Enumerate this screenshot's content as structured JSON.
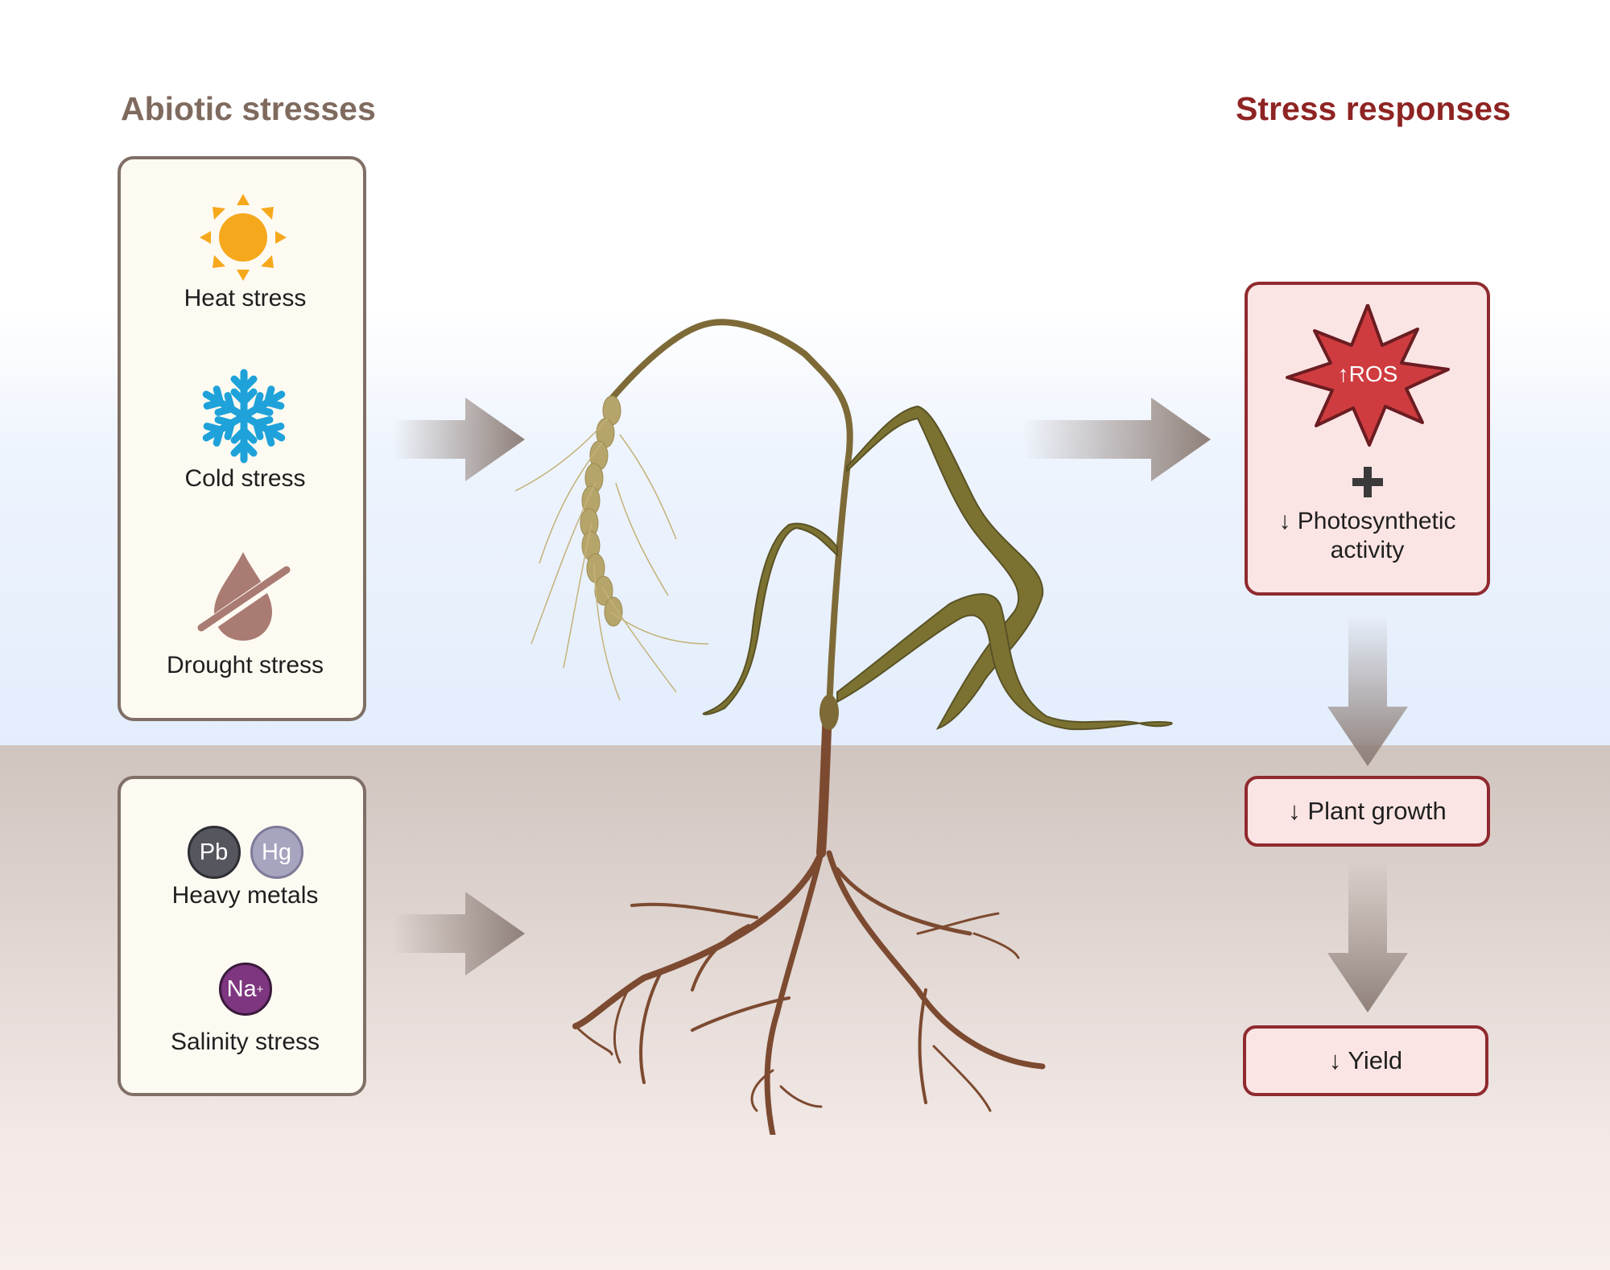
{
  "headings": {
    "left": "Abiotic stresses",
    "right": "Stress responses"
  },
  "stresses": {
    "heat": {
      "label": "Heat stress",
      "icon": "sun-icon"
    },
    "cold": {
      "label": "Cold stress",
      "icon": "snowflake-icon"
    },
    "drought": {
      "label": "Drought stress",
      "icon": "no-water-drop-icon"
    },
    "metals": {
      "label": "Heavy metals",
      "ions": [
        "Pb",
        "Hg"
      ]
    },
    "salinity": {
      "label": "Salinity stress",
      "ion": "Na",
      "ion_charge": "+"
    }
  },
  "responses": {
    "ros": "↑ROS",
    "plus": "+",
    "photosynthesis": "↓ Photosynthetic activity",
    "growth": "↓ Plant growth",
    "yield": "↓ Yield"
  },
  "colors": {
    "heading_left": "#7f6a5e",
    "heading_right": "#8e2423",
    "sun": "#f6a81d",
    "snowflake": "#1ea2d9",
    "drop": "#a97b72",
    "ros_burst": "#cf3c40",
    "box_border": "#8f2a2f",
    "arrow": "#8f8079"
  }
}
